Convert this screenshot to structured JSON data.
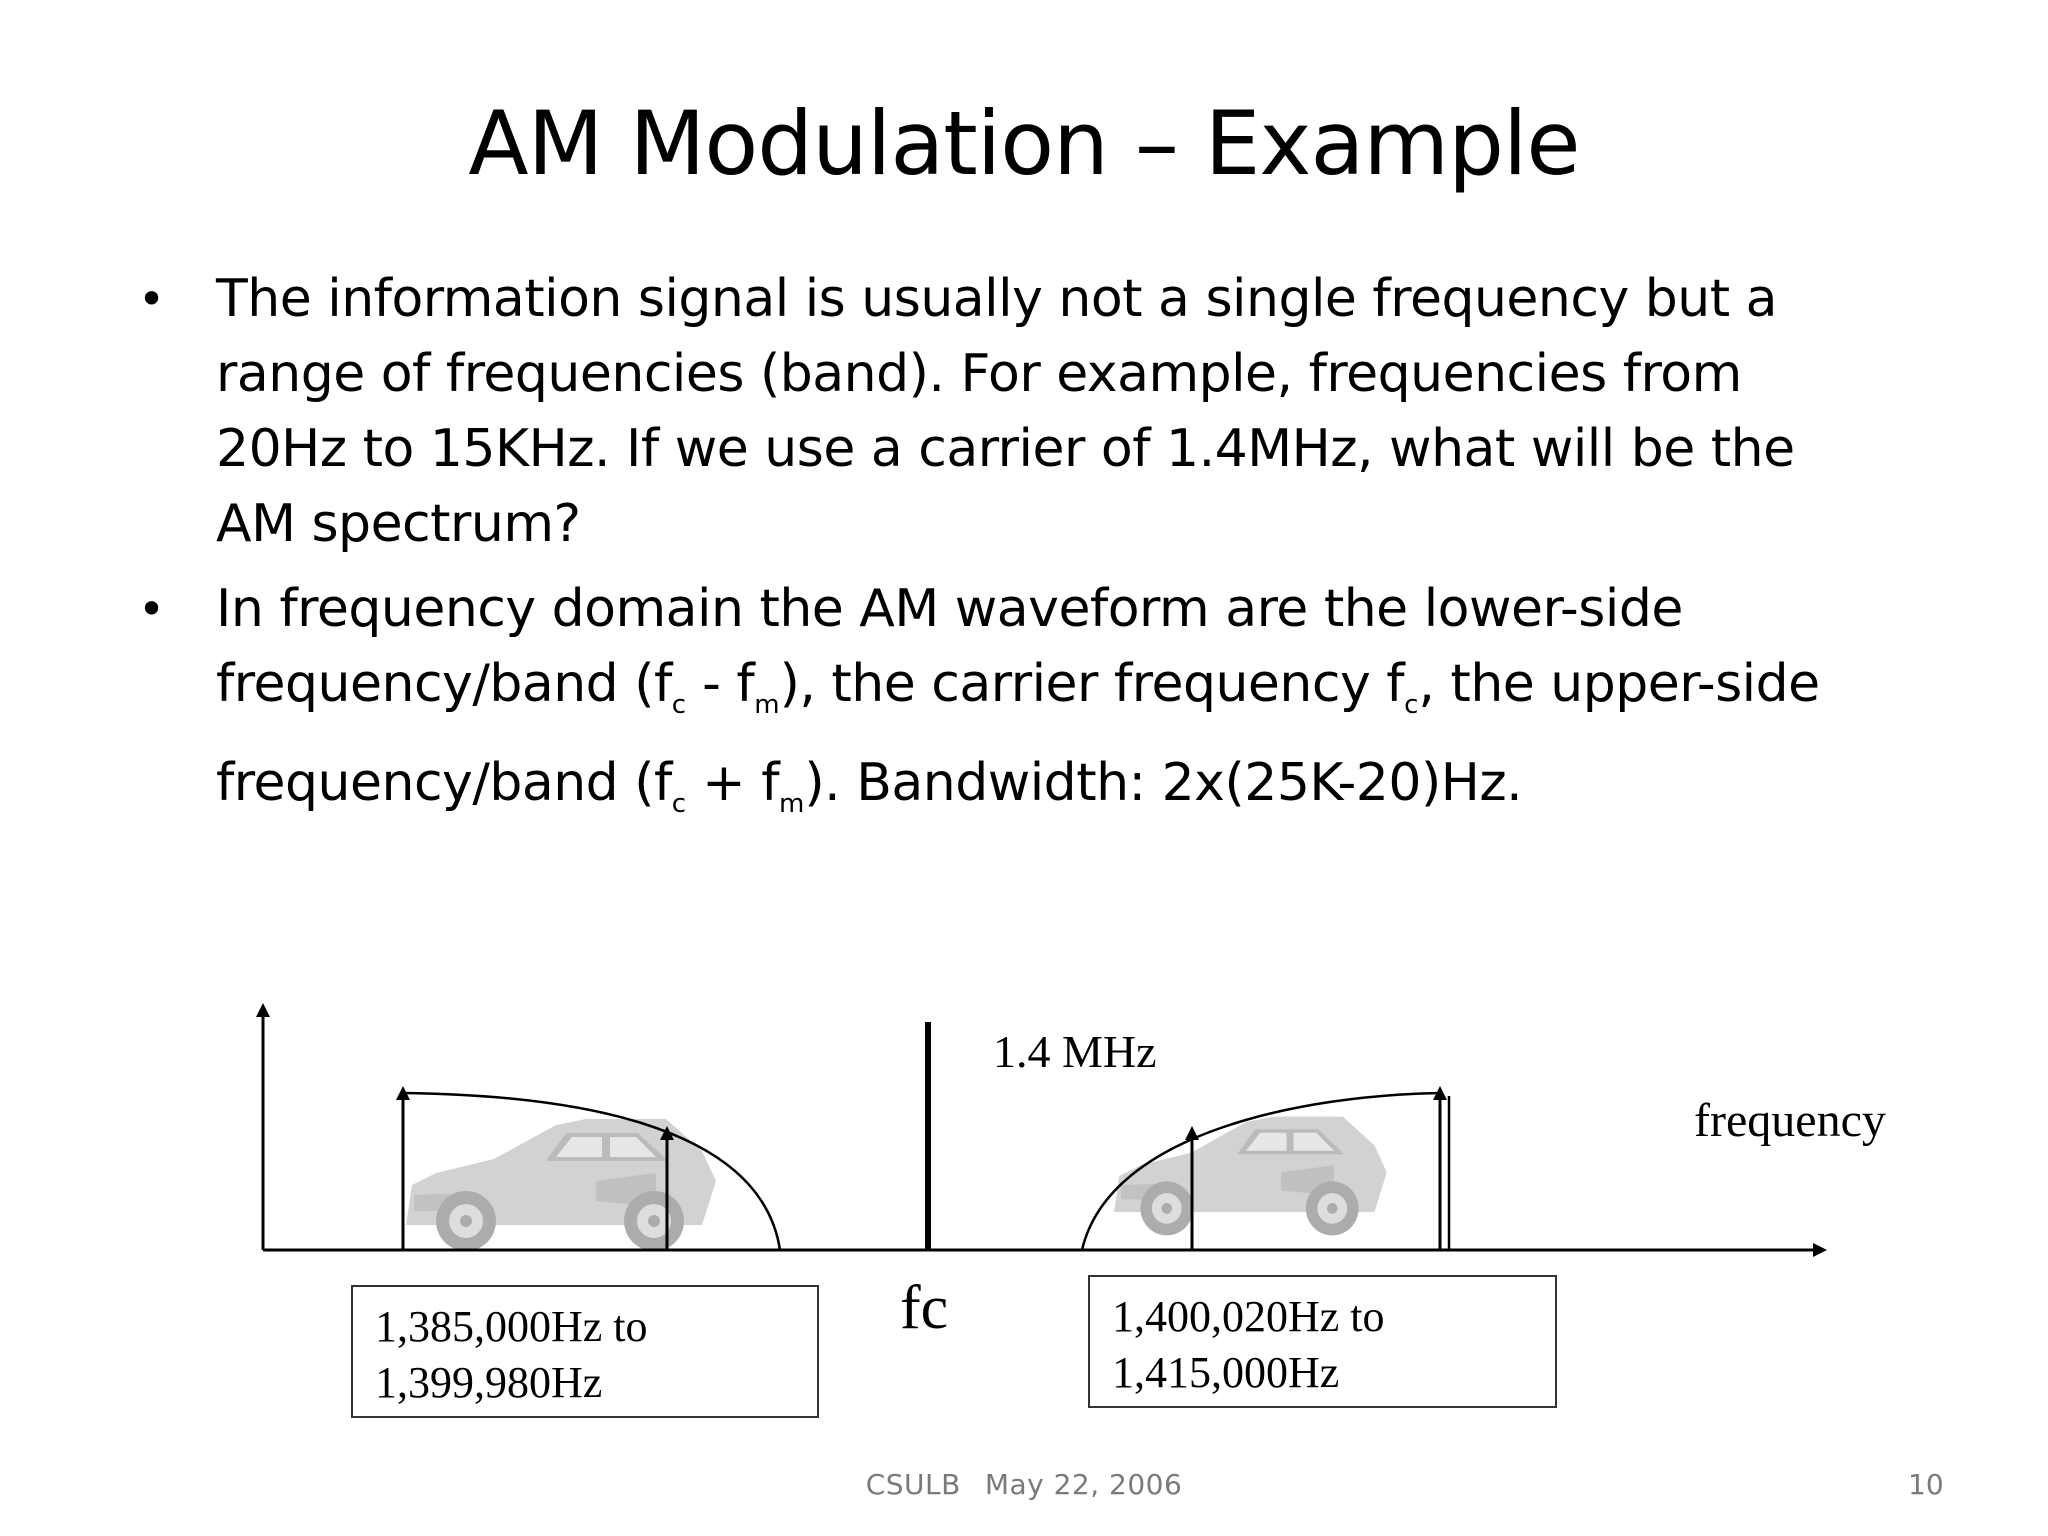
{
  "slide": {
    "title": "AM Modulation – Example",
    "bullets": [
      {
        "lines": [
          "The information signal is usually not a single frequency but a",
          "range of frequencies (band). For example, frequencies from",
          "20Hz to 15KHz. If we use a carrier of 1.4MHz, what will be the",
          "AM spectrum?"
        ]
      },
      {
        "line1": "In frequency domain the AM waveform are the lower-side",
        "line2": {
          "a": "frequency/band (f",
          "sub1": "c",
          "b": " - f",
          "sub2": "m",
          "c": "), the carrier frequency f",
          "sub3": "c",
          "d": ", the upper-side"
        },
        "line3": {
          "a": "frequency/band (f",
          "sub1": "c",
          "b": " + f",
          "sub2": "m",
          "c": "). Bandwidth: 2x(25K-20)Hz."
        }
      }
    ]
  },
  "diagram": {
    "carrier_label": "1.4 MHz",
    "axis_label": "frequency",
    "carrier_symbol": "fc",
    "lower_band": [
      "1,385,000Hz to",
      "1,399,980Hz"
    ],
    "upper_band": [
      "1,400,020Hz to",
      "1,415,000Hz"
    ],
    "car_color": "#c8c8c8"
  },
  "footer": {
    "org": "CSULB",
    "date": "May 22, 2006",
    "page": "10"
  }
}
